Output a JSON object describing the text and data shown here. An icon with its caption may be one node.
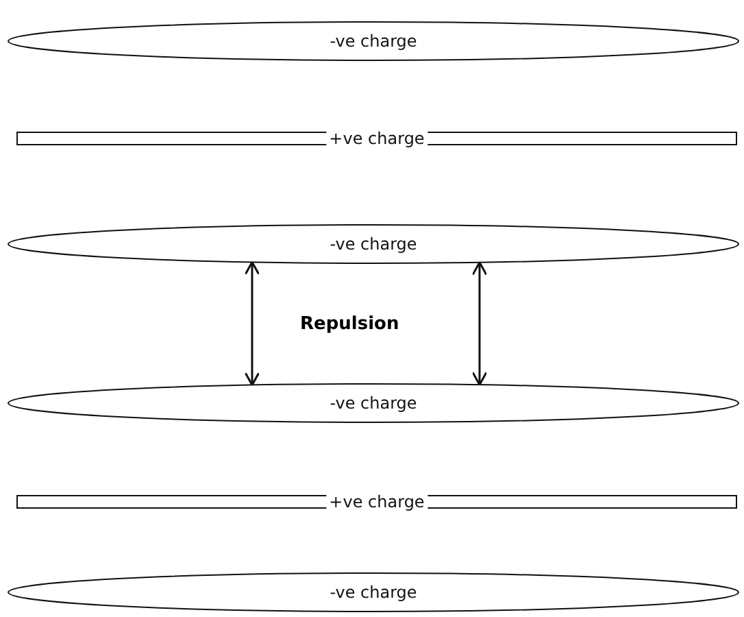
{
  "diagram": {
    "nodes": [
      {
        "text": [
          "-ve charge"
        ]
      },
      {
        "text": [
          "+ve charge"
        ]
      },
      {
        "text": [
          "-ve charge"
        ]
      },
      {
        "text": [
          "-ve charge"
        ]
      },
      {
        "text": [
          "+ve charge"
        ]
      },
      {
        "text": [
          "-ve charge"
        ]
      }
    ],
    "edges": [
      {
        "from": 2,
        "to": 3,
        "arrow": "both"
      },
      {
        "from": 2,
        "to": 3,
        "arrow": "both"
      }
    ],
    "labels": [
      "Repulsion"
    ]
  }
}
